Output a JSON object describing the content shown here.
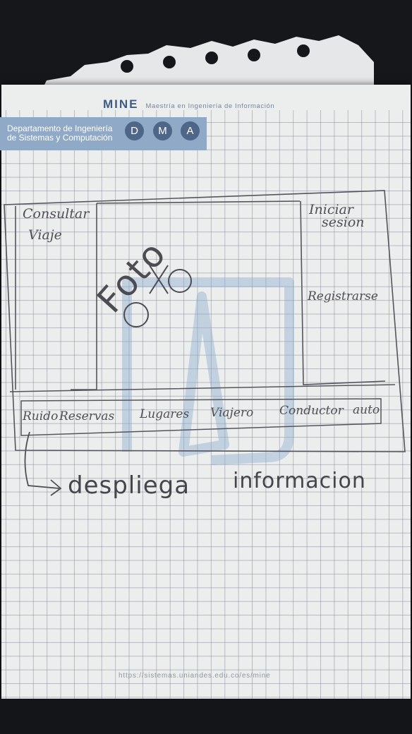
{
  "header": {
    "program": "MINE",
    "program_full": "Maestría en Ingeniería de Información",
    "department_line1": "Departamento de Ingeniería",
    "department_line2": "de Sistemas y Computación",
    "dma_letters": [
      "D",
      "M",
      "A"
    ],
    "footer_url": "https://sistemas.uniandes.edu.co/es/mine"
  },
  "sketch": {
    "left_panel": [
      "Consultar",
      "Viaje"
    ],
    "center_placeholder": "Foto",
    "right_panel_top": [
      "Iniciar",
      "sesion"
    ],
    "right_panel_button": "Registrarse",
    "nav_items": [
      "Ruido",
      "Reservas",
      "Lugares",
      "Viajero",
      "Conductor",
      "auto"
    ],
    "annotation": [
      "despliega",
      "informacion"
    ]
  },
  "colors": {
    "paper": "#eceded",
    "grid": "#787d8c",
    "ink": "#4f4f55",
    "brand_blue": "#3f5c84",
    "dept_box": "#8fa9c6",
    "watermark": "#8aaccf"
  }
}
